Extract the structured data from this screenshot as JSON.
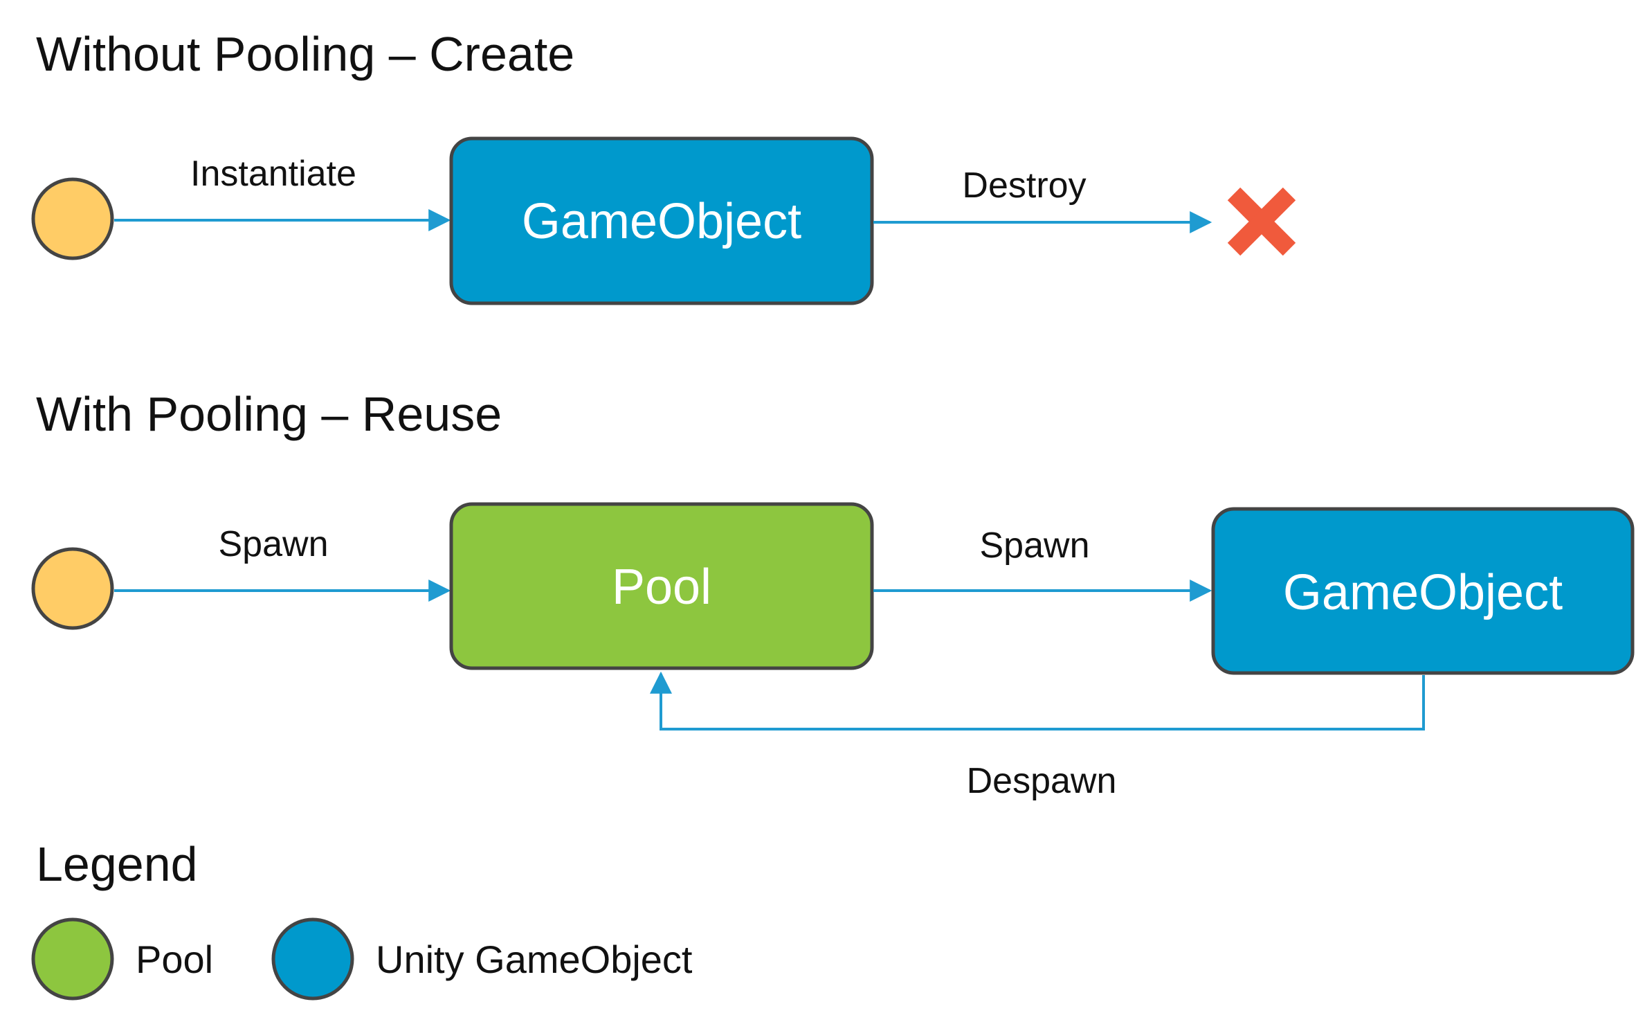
{
  "sections": {
    "without_pooling": {
      "title": "Without Pooling – Create",
      "node_gameobject": "GameObject",
      "edge_instantiate": "Instantiate",
      "edge_destroy": "Destroy"
    },
    "with_pooling": {
      "title": "With Pooling – Reuse",
      "node_pool": "Pool",
      "node_gameobject": "GameObject",
      "edge_spawn_to_pool": "Spawn",
      "edge_spawn_to_gameobject": "Spawn",
      "edge_despawn": "Despawn"
    }
  },
  "legend": {
    "title": "Legend",
    "items": [
      {
        "label": "Pool",
        "color": "#8dc63f"
      },
      {
        "label": "Unity GameObject",
        "color": "#0099cc"
      }
    ]
  },
  "colors": {
    "gameobject": "#0099cc",
    "pool": "#8dc63f",
    "start_node": "#ffcc66",
    "arrow": "#1f9bd1",
    "destroy_mark": "#f05a3c",
    "node_border": "#444444"
  }
}
